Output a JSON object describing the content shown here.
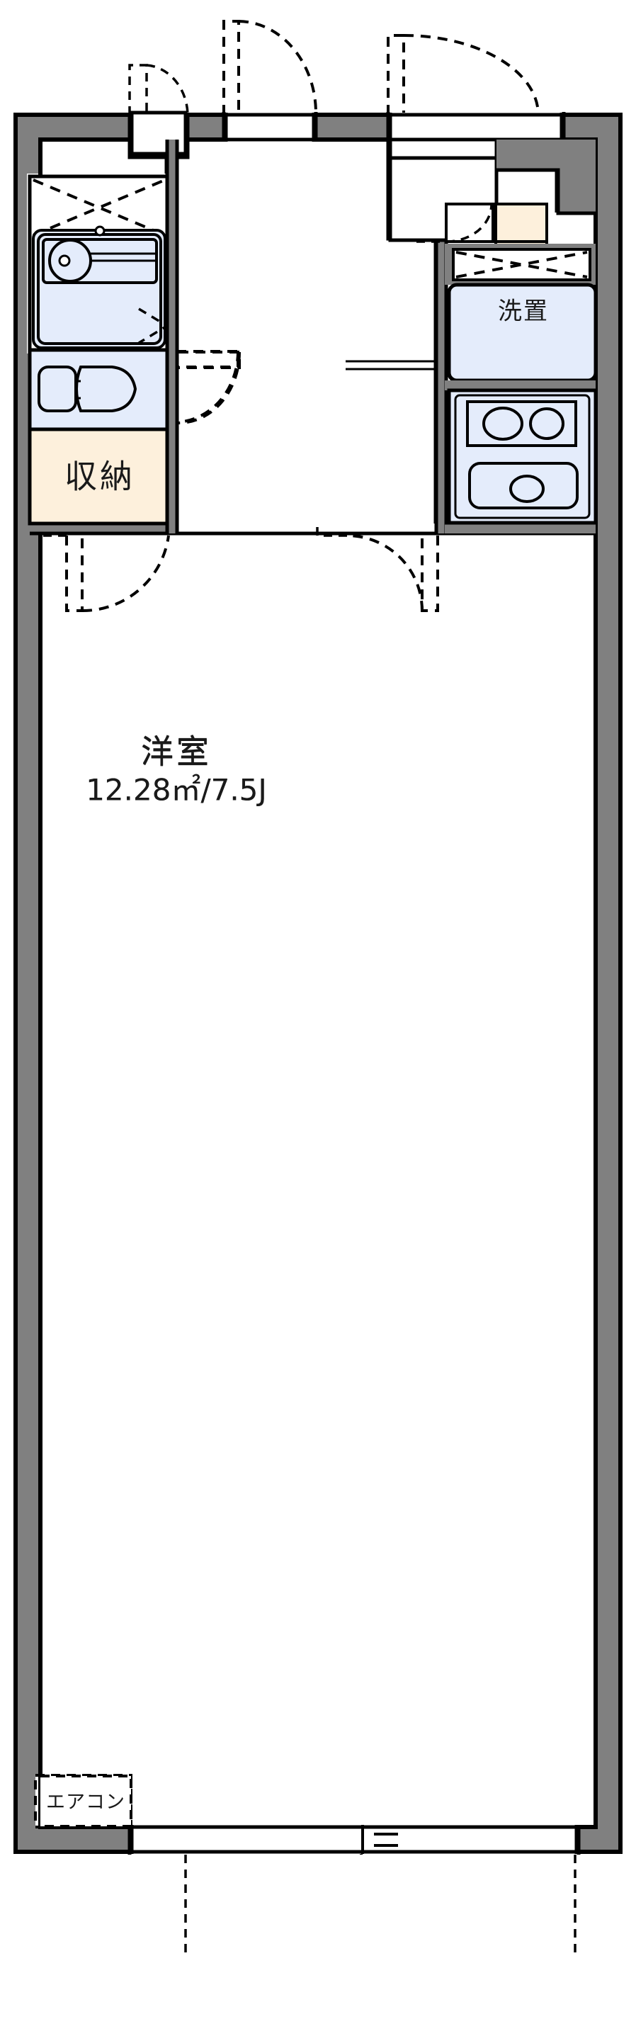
{
  "document": {
    "kind": "floor-plan",
    "title": "間取図",
    "language": "ja"
  },
  "rooms": [
    {
      "id": "main-room",
      "name": "洋室",
      "area_text": "12.28㎡/7.5J",
      "area_sqm": "12.28",
      "area_jo": "7.5",
      "fill": "#ffffff"
    },
    {
      "id": "closet",
      "name": "収納",
      "fill": "#fdf0dc"
    },
    {
      "id": "washer-space",
      "name": "洗置",
      "fill": "#e4ecfb"
    },
    {
      "id": "unit-bath",
      "name": "",
      "fill": "#e4ecfb"
    },
    {
      "id": "toilet",
      "name": "",
      "fill": "#e4ecfb"
    },
    {
      "id": "entry-hall",
      "name": "",
      "fill": "#ffffff"
    }
  ],
  "fixtures": [
    {
      "id": "bathtub",
      "label": ""
    },
    {
      "id": "wash-basin",
      "label": ""
    },
    {
      "id": "toilet-bowl",
      "label": ""
    },
    {
      "id": "kitchen-sink",
      "label": ""
    },
    {
      "id": "gas-stove-two-burner",
      "label": ""
    },
    {
      "id": "refrigerator-space",
      "label": ""
    },
    {
      "id": "shoe-box",
      "label": ""
    },
    {
      "id": "air-conditioner",
      "label": "エアコン"
    }
  ],
  "annotations": {
    "aircon_label": "エアコン",
    "washer_label": "洗置",
    "closet_label": "収納",
    "room_label": "洋室",
    "room_area_label": "12.28㎡/7.5J"
  },
  "colors": {
    "wall": "#808080",
    "wall_outline": "#000000",
    "floor_white": "#ffffff",
    "water_blue": "#e4ecfb",
    "storage_cream": "#fdf0dc",
    "line": "#000000",
    "background": "#ffffff"
  },
  "openings": [
    {
      "id": "entrance-door",
      "type": "swing-door"
    },
    {
      "id": "balcony-window-top",
      "type": "sliding-window"
    },
    {
      "id": "bath-door",
      "type": "swing-door"
    },
    {
      "id": "hall-door-to-room",
      "type": "swing-door"
    },
    {
      "id": "closet-door",
      "type": "swing-door"
    },
    {
      "id": "balcony-window-bottom",
      "type": "sliding-window"
    }
  ]
}
